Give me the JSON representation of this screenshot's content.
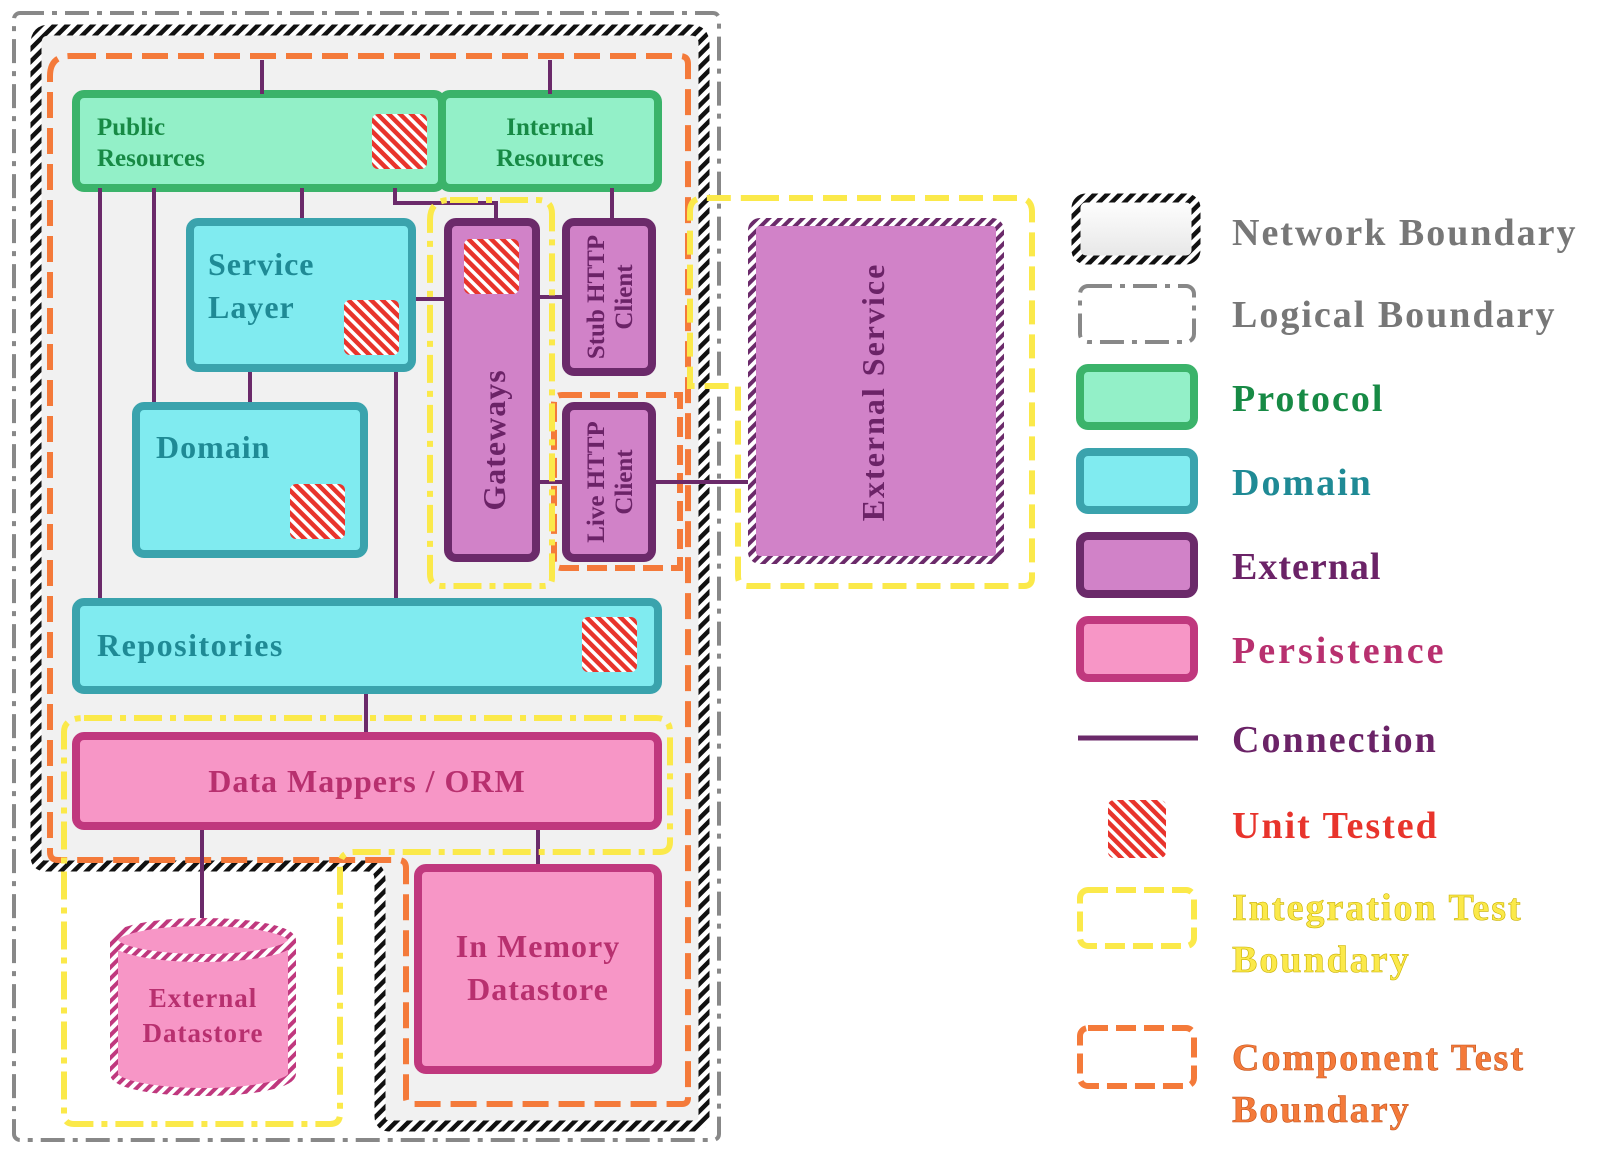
{
  "diagram": {
    "boxes": {
      "public_resources": {
        "line1": "Public",
        "line2": "Resources"
      },
      "internal_resources": {
        "line1": "Internal",
        "line2": "Resources"
      },
      "service_layer": {
        "line1": "Service",
        "line2": "Layer"
      },
      "domain": {
        "label": "Domain"
      },
      "gateways": {
        "label": "Gateways"
      },
      "stub_http_client": {
        "line1": "Stub HTTP",
        "line2": "Client"
      },
      "live_http_client": {
        "line1": "Live HTTP",
        "line2": "Client"
      },
      "external_service": {
        "label": "External Service"
      },
      "repositories": {
        "label": "Repositories"
      },
      "data_mappers": {
        "label": "Data Mappers / ORM"
      },
      "external_datastore": {
        "line1": "External",
        "line2": "Datastore"
      },
      "in_memory_datastore": {
        "line1": "In Memory",
        "line2": "Datastore"
      }
    }
  },
  "legend": {
    "network_boundary": "Network Boundary",
    "logical_boundary": "Logical Boundary",
    "protocol": "Protocol",
    "domain": "Domain",
    "external": "External",
    "persistence": "Persistence",
    "connection": "Connection",
    "unit_tested": "Unit Tested",
    "integration_test_line1": "Integration Test",
    "integration_test_line2": "Boundary",
    "component_test_line1": "Component Test",
    "component_test_line2": "Boundary"
  },
  "colors": {
    "protocol_fill": "#93f0c8",
    "protocol_stroke": "#3bb36a",
    "protocol_text": "#178a45",
    "domain_fill": "#80ebf0",
    "domain_stroke": "#3aa3ad",
    "domain_text": "#1f8a95",
    "external_fill": "#d182c8",
    "external_stroke": "#6b2a6a",
    "external_text": "#6b2367",
    "persistence_fill": "#f796c6",
    "persistence_stroke": "#c0387e",
    "persistence_text": "#b8306f",
    "connection": "#6b2a6a",
    "unit_tested": "#e8342c",
    "integration_boundary": "#fbe94a",
    "component_boundary": "#f47a3a",
    "legend_gray_text": "#777777"
  }
}
